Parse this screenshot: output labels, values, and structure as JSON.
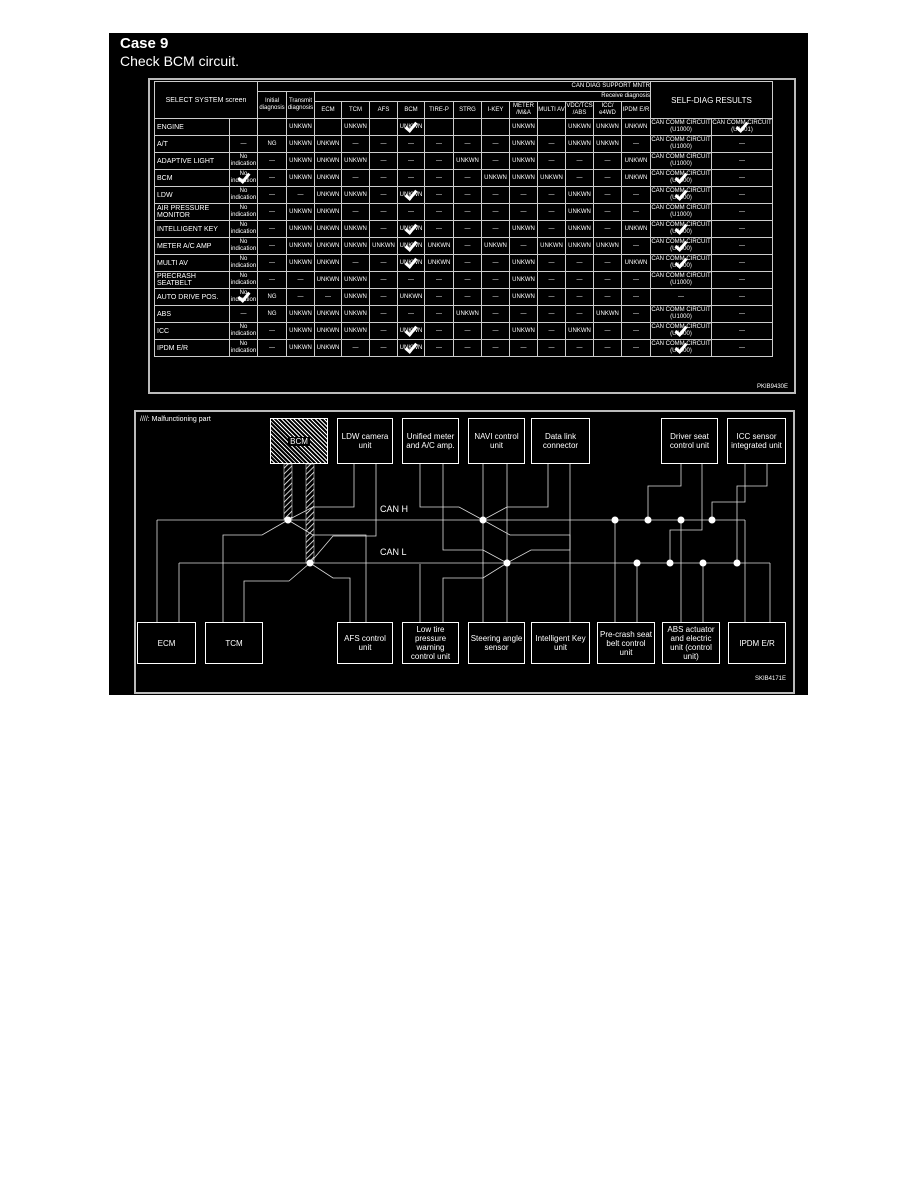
{
  "title": "Case 9",
  "subtitle": "Check BCM circuit.",
  "table": {
    "header_group": "CAN DIAG SUPPORT MNTR",
    "receive_group": "Receive diagnosis",
    "select_system": "SELECT SYSTEM screen",
    "initial": "Initial diagnosis",
    "transmit": "Transmit diagnosis",
    "receive_cols": [
      "ECM",
      "TCM",
      "AFS",
      "BCM",
      "TIRE-P",
      "STRG",
      "I-KEY",
      "METER /M&A",
      "MULTI AV",
      "VDC/TCS /ABS",
      "ICC/ e4WD",
      "IPDM E/R"
    ],
    "self_diag": "SELF-DIAG RESULTS",
    "rows": [
      {
        "system": "ENGINE",
        "cells": [
          "",
          "",
          "UNKWN",
          "",
          "UNKWN",
          "",
          "UNKWN",
          "",
          "",
          "",
          "UNKWN",
          "",
          "UNKWN",
          "UNKWN",
          "UNKWN",
          "CAN COMM CIRCUIT (U1000)",
          "CAN COMM CIRCUIT (U1001)"
        ],
        "checks": [
          6,
          16
        ]
      },
      {
        "system": "A/T",
        "cells": [
          "—",
          "NG",
          "UNKWN",
          "UNKWN",
          "—",
          "—",
          "—",
          "—",
          "—",
          "—",
          "UNKWN",
          "—",
          "UNKWN",
          "UNKWN",
          "—",
          "CAN COMM CIRCUIT (U1000)",
          "—"
        ],
        "checks": []
      },
      {
        "system": "ADAPTIVE LIGHT",
        "cells": [
          "No indication",
          "—",
          "UNKWN",
          "UNKWN",
          "UNKWN",
          "—",
          "—",
          "—",
          "UNKWN",
          "—",
          "UNKWN",
          "—",
          "—",
          "—",
          "UNKWN",
          "CAN COMM CIRCUIT (U1000)",
          "—"
        ],
        "checks": []
      },
      {
        "system": "BCM",
        "cells": [
          "No indication",
          "—",
          "UNKWN",
          "UNKWN",
          "—",
          "—",
          "—",
          "—",
          "—",
          "UNKWN",
          "UNKWN",
          "UNKWN",
          "—",
          "—",
          "UNKWN",
          "CAN COMM CIRCUIT (U1000)",
          "—"
        ],
        "checks": [
          0,
          15
        ]
      },
      {
        "system": "LDW",
        "cells": [
          "No indication",
          "—",
          "—",
          "UNKWN",
          "UNKWN",
          "—",
          "UNKWN",
          "—",
          "—",
          "—",
          "—",
          "—",
          "UNKWN",
          "—",
          "—",
          "CAN COMM CIRCUIT (U1000)",
          "—"
        ],
        "checks": [
          6,
          15
        ]
      },
      {
        "system": "AIR PRESSURE MONITOR",
        "cells": [
          "No indication",
          "—",
          "UNKWN",
          "UNKWN",
          "—",
          "—",
          "—",
          "—",
          "—",
          "—",
          "—",
          "—",
          "UNKWN",
          "—",
          "—",
          "CAN COMM CIRCUIT (U1000)",
          "—"
        ],
        "checks": []
      },
      {
        "system": "INTELLIGENT KEY",
        "cells": [
          "No indication",
          "—",
          "UNKWN",
          "UNKWN",
          "UNKWN",
          "—",
          "UNKWN",
          "—",
          "—",
          "—",
          "UNKWN",
          "—",
          "UNKWN",
          "—",
          "UNKWN",
          "CAN COMM CIRCUIT (U1000)",
          "—"
        ],
        "checks": [
          6,
          15
        ]
      },
      {
        "system": "METER A/C AMP",
        "cells": [
          "No indication",
          "—",
          "UNKWN",
          "UNKWN",
          "UNKWN",
          "UNKWN",
          "UNKWN",
          "UNKWN",
          "—",
          "UNKWN",
          "—",
          "UNKWN",
          "UNKWN",
          "UNKWN",
          "—",
          "CAN COMM CIRCUIT (U1000)",
          "—"
        ],
        "checks": [
          6,
          15
        ]
      },
      {
        "system": "MULTI AV",
        "cells": [
          "No indication",
          "—",
          "UNKWN",
          "UNKWN",
          "—",
          "—",
          "UNKWN",
          "UNKWN",
          "—",
          "—",
          "UNKWN",
          "—",
          "—",
          "—",
          "UNKWN",
          "CAN COMM CIRCUIT (U1000)",
          "—"
        ],
        "checks": [
          6,
          15
        ]
      },
      {
        "system": "PRECRASH SEATBELT",
        "cells": [
          "No indication",
          "—",
          "—",
          "UNKWN",
          "UNKWN",
          "—",
          "—",
          "—",
          "—",
          "—",
          "UNKWN",
          "—",
          "—",
          "—",
          "—",
          "CAN COMM CIRCUIT (U1000)",
          "—"
        ],
        "checks": []
      },
      {
        "system": "AUTO DRIVE POS.",
        "cells": [
          "No indication",
          "NG",
          "—",
          "—",
          "UNKWN",
          "—",
          "UNKWN",
          "—",
          "—",
          "—",
          "UNKWN",
          "—",
          "—",
          "—",
          "—",
          "—",
          "—"
        ],
        "checks": [
          0
        ]
      },
      {
        "system": "ABS",
        "cells": [
          "—",
          "NG",
          "UNKWN",
          "UNKWN",
          "UNKWN",
          "—",
          "—",
          "—",
          "UNKWN",
          "—",
          "—",
          "—",
          "—",
          "UNKWN",
          "—",
          "CAN COMM CIRCUIT (U1000)",
          "—"
        ],
        "checks": []
      },
      {
        "system": "ICC",
        "cells": [
          "No indication",
          "—",
          "UNKWN",
          "UNKWN",
          "UNKWN",
          "—",
          "UNKWN",
          "—",
          "—",
          "—",
          "UNKWN",
          "—",
          "UNKWN",
          "—",
          "—",
          "CAN COMM CIRCUIT (U1000)",
          "—"
        ],
        "checks": [
          6,
          15
        ]
      },
      {
        "system": "IPDM E/R",
        "cells": [
          "No indication",
          "—",
          "UNKWN",
          "UNKWN",
          "—",
          "—",
          "UNKWN",
          "—",
          "—",
          "—",
          "—",
          "—",
          "—",
          "—",
          "—",
          "CAN COMM CIRCUIT (U1000)",
          "—"
        ],
        "checks": [
          6,
          15
        ]
      }
    ],
    "figure_code": "PKIB9430E"
  },
  "diagram": {
    "legend": "////: Malfunctioning part",
    "can_h": "CAN H",
    "can_l": "CAN L",
    "malfunction_unit": "BCM",
    "top_units": [
      "BCM",
      "LDW camera unit",
      "Unified meter and A/C amp.",
      "NAVI control unit",
      "Data link connector",
      "Driver seat control unit",
      "ICC sensor integrated unit"
    ],
    "bottom_units": [
      "ECM",
      "TCM",
      "AFS control unit",
      "Low tire pressure warning control unit",
      "Steering angle sensor",
      "Intelligent Key unit",
      "Pre-crash seat belt control unit",
      "ABS actuator and electric unit (control unit)",
      "IPDM E/R"
    ],
    "figure_code": "SKIB4171E"
  }
}
